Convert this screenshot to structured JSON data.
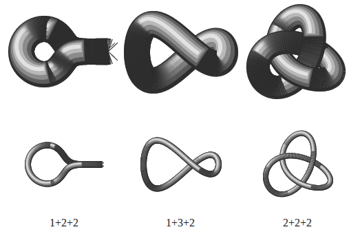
{
  "diagram": {
    "labels": [
      "1+2+2",
      "1+3+2",
      "2+2+2"
    ]
  }
}
